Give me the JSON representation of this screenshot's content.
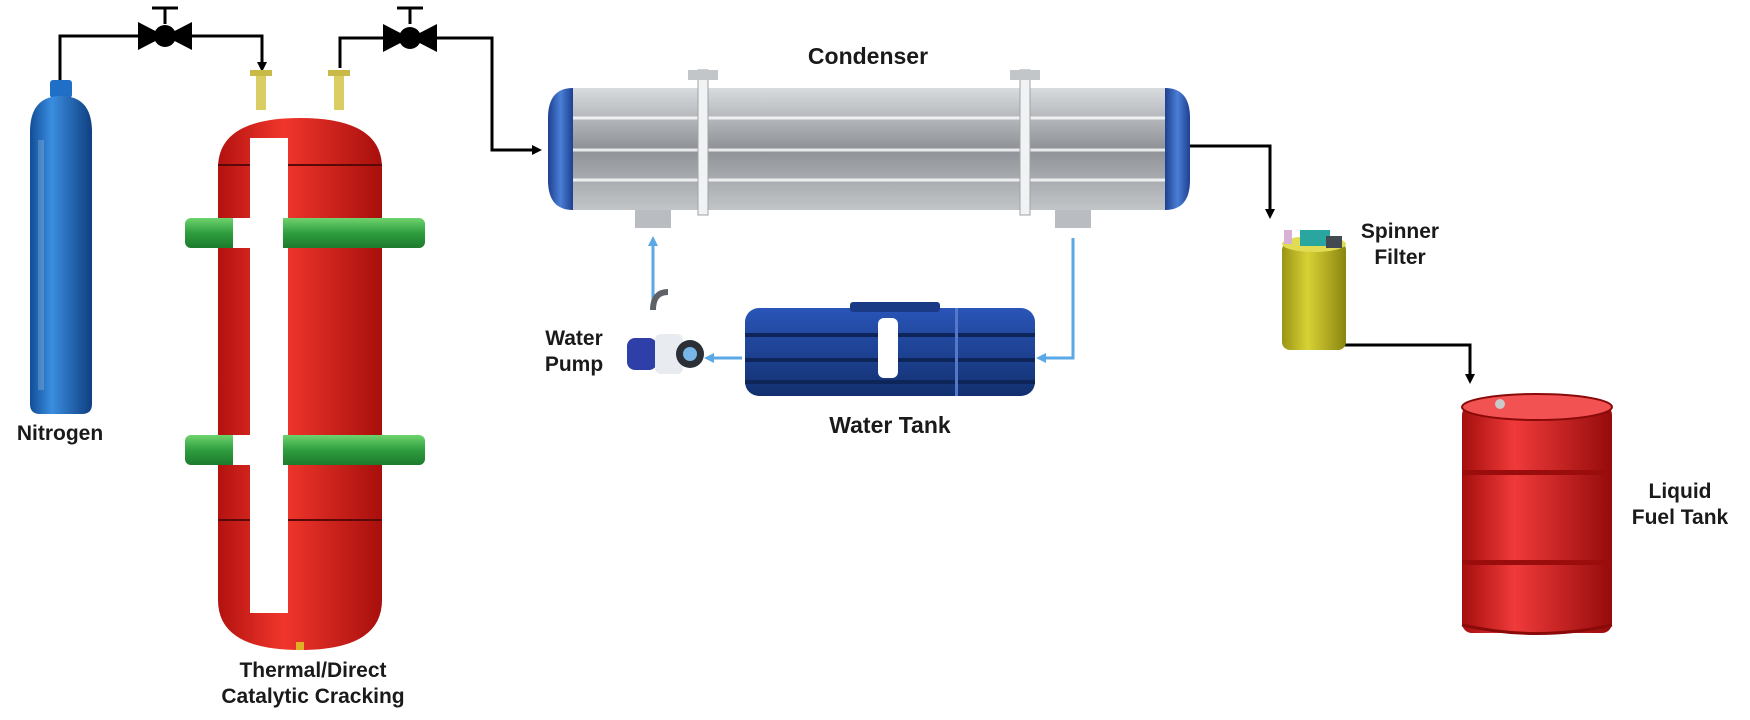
{
  "labels": {
    "nitrogen": "Nitrogen",
    "reactor_line1": "Thermal/Direct",
    "reactor_line2": "Catalytic Cracking",
    "condenser": "Condenser",
    "water_pump_line1": "Water",
    "water_pump_line2": "Pump",
    "water_tank": "Water Tank",
    "spinner_filter_line1": "Spinner",
    "spinner_filter_line2": "Filter",
    "liquid_fuel_tank_line1": "Liquid",
    "liquid_fuel_tank_line2": "Fuel Tank"
  },
  "colors": {
    "nitrogen_cylinder": "#1f6fc7",
    "reactor": "#e8231d",
    "reactor_flange": "#3bb54a",
    "condenser_body": "#a7abb0",
    "condenser_caps": "#2d57b5",
    "water_tank": "#1c3f95",
    "cooling_line": "#5aa9e6",
    "process_line": "#000000",
    "filter": "#c8c22a",
    "fuel_tank": "#e01d1d"
  },
  "icons": {
    "valve_1": "valve-icon",
    "valve_2": "valve-icon"
  }
}
